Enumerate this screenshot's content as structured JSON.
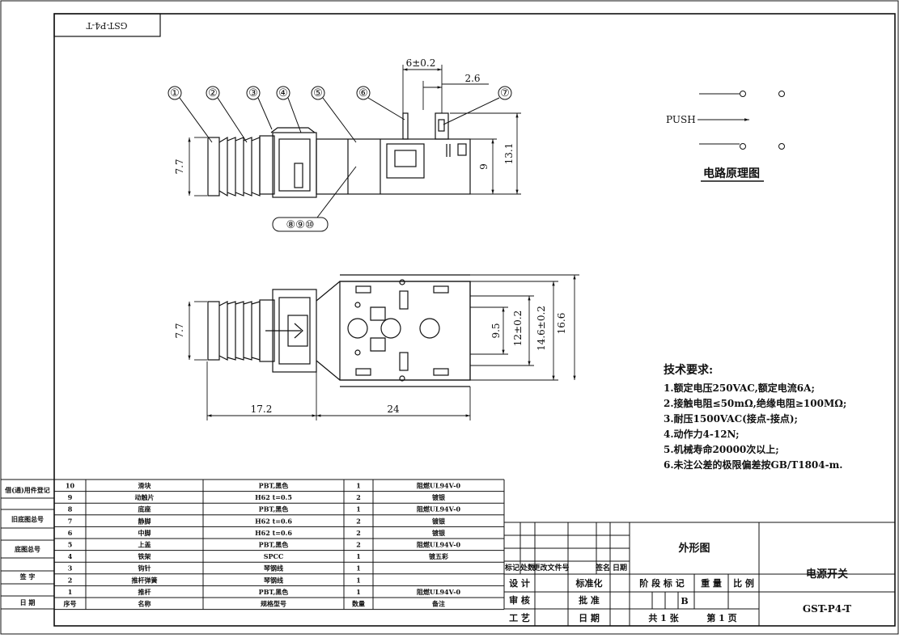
{
  "drawing_code_mirrored": "GST-P4-T",
  "callouts": [
    "①",
    "②",
    "③",
    "④",
    "⑤",
    "⑥",
    "⑦",
    "⑧⑨⑩"
  ],
  "dims": {
    "top_width": "6±0.2",
    "top_pin": "2.6",
    "left_height_top": "7.7",
    "height_9": "9",
    "height_13_1": "13.1",
    "left_height_bottom": "7.7",
    "d_9_5": "9.5",
    "d_12": "12±0.2",
    "d_14_6": "14.6±0.2",
    "d_16_6": "16.6",
    "len_17_2": "17.2",
    "len_24": "24"
  },
  "circuit": {
    "push_label": "PUSH",
    "title": "电路原理图"
  },
  "tech": {
    "title": "技术要求:",
    "lines": [
      "1.额定电压250VAC,额定电流6A;",
      "2.接触电阻≤50mΩ,绝缘电阻≥100MΩ;",
      "3.耐压1500VAC(接点-接点);",
      "4.动作力4-12N;",
      "5.机械寿命20000次以上;",
      "6.未注公差的极限偏差按GB/T1804-m."
    ]
  },
  "side_labels": [
    "借(通)用件登记",
    "旧底图总号",
    "底图总号",
    "签 字",
    "日 期"
  ],
  "bom": {
    "headers": [
      "序号",
      "名称",
      "规格型号",
      "数量",
      "备注"
    ],
    "rows": [
      [
        "10",
        "滑块",
        "PBT,黑色",
        "1",
        "阻燃UL94V-0"
      ],
      [
        "9",
        "动触片",
        "H62 t=0.5",
        "2",
        "镀银"
      ],
      [
        "8",
        "底座",
        "PBT,黑色",
        "1",
        "阻燃UL94V-0"
      ],
      [
        "7",
        "静脚",
        "H62 t=0.6",
        "2",
        "镀银"
      ],
      [
        "6",
        "中脚",
        "H62 t=0.6",
        "2",
        "镀银"
      ],
      [
        "5",
        "上盖",
        "PBT,黑色",
        "2",
        "阻燃UL94V-0"
      ],
      [
        "4",
        "铁架",
        "SPCC",
        "1",
        "镀五彩"
      ],
      [
        "3",
        "钩针",
        "琴钢线",
        "1",
        ""
      ],
      [
        "2",
        "推杆弹簧",
        "琴钢线",
        "1",
        ""
      ],
      [
        "1",
        "推杆",
        "PBT,黑色",
        "1",
        "阻燃UL94V-0"
      ]
    ]
  },
  "title_block": {
    "row_heads": [
      "标记",
      "处数",
      "更改文件号",
      "签名",
      "日期"
    ],
    "design": "设 计",
    "standard": "标准化",
    "review": "审 核",
    "approve": "批 准",
    "craft": "工 艺",
    "date": "日 期",
    "stage_mark": "阶 段 标 记",
    "weight": "重 量",
    "scale": "比 例",
    "stage_value": "B",
    "sheets": "共 1 张",
    "sheet_no": "第 1 页",
    "drawing_name": "外形图",
    "product_name": "电源开关",
    "code": "GST-P4-T"
  }
}
